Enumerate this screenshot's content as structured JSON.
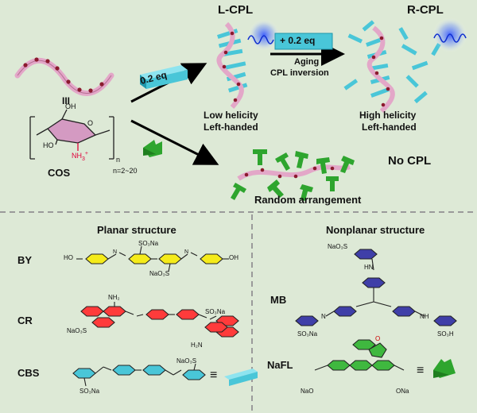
{
  "top": {
    "polymer_id": "III",
    "monomer_name": "COS",
    "repeat_n": "n",
    "n_range": "n=2~20",
    "nh3_label": "NH",
    "nh3_sub": "3",
    "nh3_sup": "+",
    "oh_label": "OH",
    "ho_label": "HO",
    "o_label": "O",
    "eq_first": "0.2 eq",
    "eq_second": "+ 0.2 eq",
    "lcpl": "L-CPL",
    "rcpl": "R-CPL",
    "aging": "Aging",
    "cpl_inversion": "CPL inversion",
    "low_helicity": "Low helicity",
    "left_handed_1": "Left-handed",
    "high_helicity": "High helicity",
    "left_handed_2": "Left-handed",
    "no_cpl": "No CPL",
    "random": "Random arrangement"
  },
  "planar": {
    "title": "Planar structure",
    "by": "BY",
    "cr": "CR",
    "cbs": "CBS",
    "so3na": "SO₃Na",
    "naso3": "NaO₃S",
    "so3na_b": "SO₃Na",
    "ho": "HO",
    "oh": "OH",
    "nh2": "NH₂",
    "h2n": "H₂N",
    "n": "N",
    "equiv": "≡"
  },
  "nonplanar": {
    "title": "Nonplanar structure",
    "mb": "MB",
    "nafl": "NaFL",
    "naso3": "NaO₃S",
    "so3na": "SO₃Na",
    "so3h": "SO₃H",
    "hn": "HN",
    "nh": "NH",
    "n": "N",
    "ona_left": "NaO",
    "ona_right": "ONa",
    "o": "O",
    "equiv": "≡"
  },
  "colors": {
    "background": "#dde9d6",
    "helix": "#e3a7c8",
    "dots": "#8b1a2e",
    "cbs_cyan": "#49c6d8",
    "nafl_green": "#2ea52e",
    "by_yellow": "#f5eb1a",
    "cr_red": "#ff3b3b",
    "mb_blue": "#3f3fa8",
    "fl_green": "#3fb83f",
    "glow_blue": "#2d4bff"
  }
}
